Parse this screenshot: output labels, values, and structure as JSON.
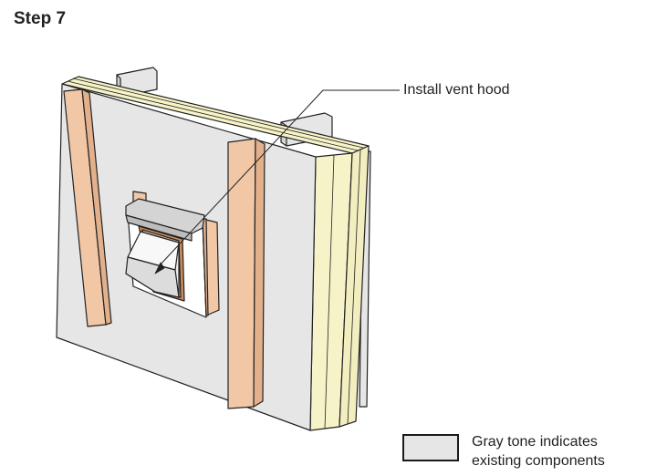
{
  "title": "Step 7",
  "callout": {
    "label": "Install vent hood"
  },
  "legend": {
    "line1": "Gray tone indicates",
    "line2": "existing components",
    "swatch_color": "#e6e6e6"
  },
  "colors": {
    "existing_gray": "#e6e6e6",
    "insulation_yellow": "#f7f3c8",
    "furring_wood": "#f2c7a6",
    "outline": "#222222"
  }
}
